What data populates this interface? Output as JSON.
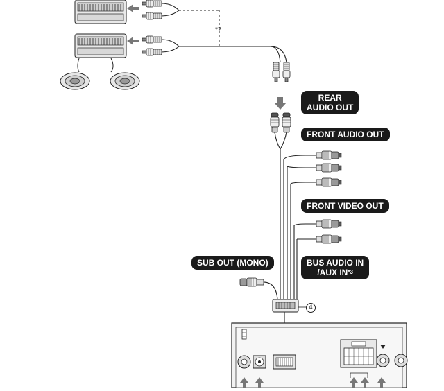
{
  "labels": {
    "rear_audio_out_line1": "REAR",
    "rear_audio_out_line2": "AUDIO OUT",
    "front_audio_out": "FRONT AUDIO OUT",
    "front_video_out": "FRONT VIDEO OUT",
    "sub_out": "SUB OUT (MONO)",
    "bus_audio_in_line1": "BUS AUDIO IN",
    "bus_audio_in_line2": "/AUX IN",
    "bus_audio_in_note": "*3",
    "note_2": "*2",
    "connector_number": "4"
  },
  "icons": [
    "amplifier-icon",
    "speaker-icon",
    "rca-plug-icon",
    "arrow-left-icon",
    "arrow-down-icon"
  ]
}
